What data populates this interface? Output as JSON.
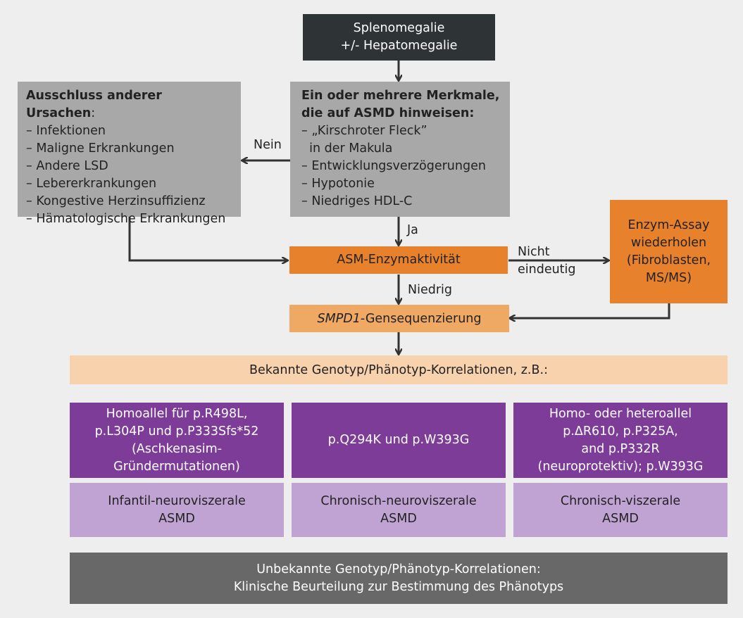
{
  "start": {
    "line1": "Splenomegalie",
    "line2": "+/- Hepatomegalie"
  },
  "exclusion": {
    "heading": "Ausschluss anderer Ursachen",
    "colon": ":",
    "items": [
      "– Infektionen",
      "– Maligne Erkrankungen",
      "– Andere LSD",
      "– Lebererkrankungen",
      "– Kongestive Herzinsuffizienz",
      "– Hämatologische Erkrankungen"
    ]
  },
  "features": {
    "heading_line1": "Ein oder mehrere Merkmale,",
    "heading_line2": "die auf ASMD hinweisen:",
    "items": [
      "– „Kirschroter Fleck”",
      "  in der Makula",
      "– Entwicklungsverzögerungen",
      "– Hypotonie",
      "– Niedriges HDL-C"
    ]
  },
  "labels": {
    "nein": "Nein",
    "ja": "Ja",
    "niedrig": "Niedrig",
    "nicht_line1": "Nicht",
    "nicht_line2": "eindeutig"
  },
  "asm": "ASM-Enzymaktivität",
  "repeat": {
    "line1": "Enzym-Assay",
    "line2": "wiederholen",
    "line3": "(Fibroblasten,",
    "line4": "MS/MS)"
  },
  "smpd": {
    "gene": "SMPD1",
    "rest": "-Gensequenzierung"
  },
  "known": "Bekannte Genotyp/Phänotyp-Korrelationen, z.B.:",
  "genotypes": [
    {
      "lines": [
        "Homoallel für p.R498L,",
        "p.L304P und p.P333Sfs*52",
        "(Aschkenasim-",
        "Gründermutationen)"
      ]
    },
    {
      "lines": [
        "p.Q294K und p.W393G"
      ]
    },
    {
      "lines": [
        "Homo- oder heteroallel",
        "p.ΔR610, p.P325A,",
        "and p.P332R",
        "(neuroprotektiv); p.W393G"
      ]
    }
  ],
  "phenotypes": [
    {
      "line1": "Infantil-neuroviszerale",
      "line2": "ASMD"
    },
    {
      "line1": "Chronisch-neuroviszerale",
      "line2": "ASMD"
    },
    {
      "line1": "Chronisch-viszerale",
      "line2": "ASMD"
    }
  ],
  "unknown": {
    "line1": "Unbekannte Genotyp/Phänotyp-Korrelationen:",
    "line2": "Klinische Beurteilung zur Bestimmung des Phänotyps"
  },
  "colors": {
    "dark": "#2e3336",
    "grey": "#a9a8a8",
    "orange": "#e8812b",
    "light_orange": "#f0a865",
    "peach": "#f8d2ad",
    "purple": "#7d3c98",
    "lilac": "#c0a3d2",
    "slate": "#686868",
    "arrow": "#333333"
  }
}
